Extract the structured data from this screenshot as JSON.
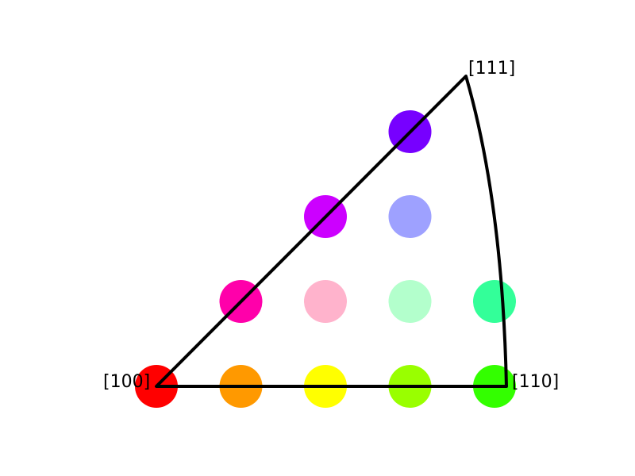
{
  "figure": {
    "corners": {
      "c100": "[100]",
      "c110": "[110]",
      "c111": "[111]"
    },
    "outline_color": "#000000",
    "dots": [
      {
        "row": 0,
        "col": 0,
        "color": "#ff0000"
      },
      {
        "row": 0,
        "col": 1,
        "color": "#ff9900"
      },
      {
        "row": 0,
        "col": 2,
        "color": "#ffff00"
      },
      {
        "row": 0,
        "col": 3,
        "color": "#99ff00"
      },
      {
        "row": 0,
        "col": 4,
        "color": "#33ff00"
      },
      {
        "row": 1,
        "col": 1,
        "color": "#ff00aa"
      },
      {
        "row": 1,
        "col": 2,
        "color": "#ffb3cc"
      },
      {
        "row": 1,
        "col": 3,
        "color": "#b3ffcc"
      },
      {
        "row": 1,
        "col": 4,
        "color": "#33ff99"
      },
      {
        "row": 2,
        "col": 2,
        "color": "#cc00ff"
      },
      {
        "row": 2,
        "col": 3,
        "color": "#9ea1ff"
      },
      {
        "row": 3,
        "col": 3,
        "color": "#7700ff"
      }
    ]
  }
}
